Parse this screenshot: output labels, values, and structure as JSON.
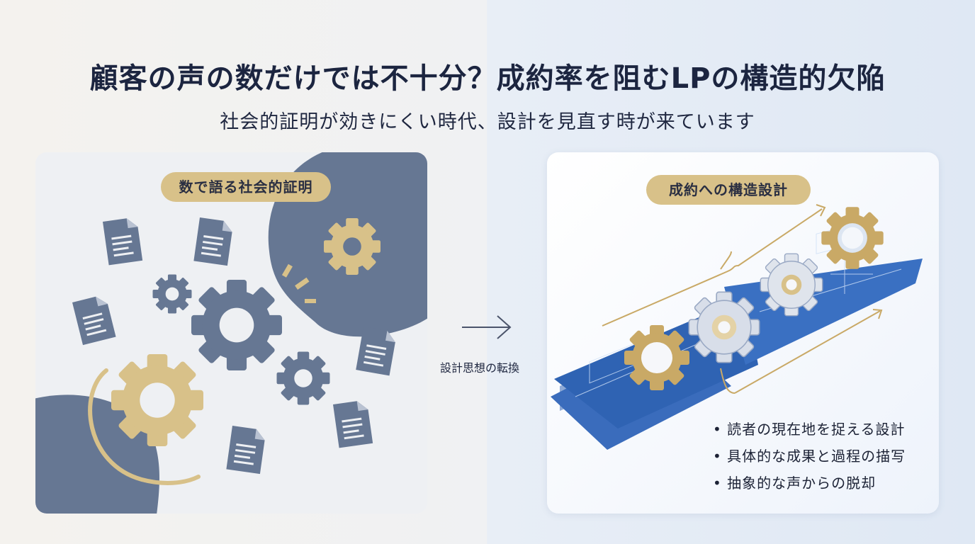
{
  "header": {
    "title": "顧客の声の数だけでは不十分？成約率を阻むLPの構造的欠陥",
    "subtitle": "社会的証明が効きにくい時代、設計を見直す時が来ています"
  },
  "left_panel": {
    "label": "数で語る社会的証明"
  },
  "transition": {
    "label": "設計思想の転換"
  },
  "right_panel": {
    "label": "成約への構造設計",
    "bullets": [
      "読者の現在地を捉える設計",
      "具体的な成果と過程の描写",
      "抽象的な声からの脱却"
    ]
  },
  "colors": {
    "slate": "#667793",
    "gold": "#d8c189",
    "navy": "#1c2540",
    "blueprint": "#2f63b3"
  }
}
